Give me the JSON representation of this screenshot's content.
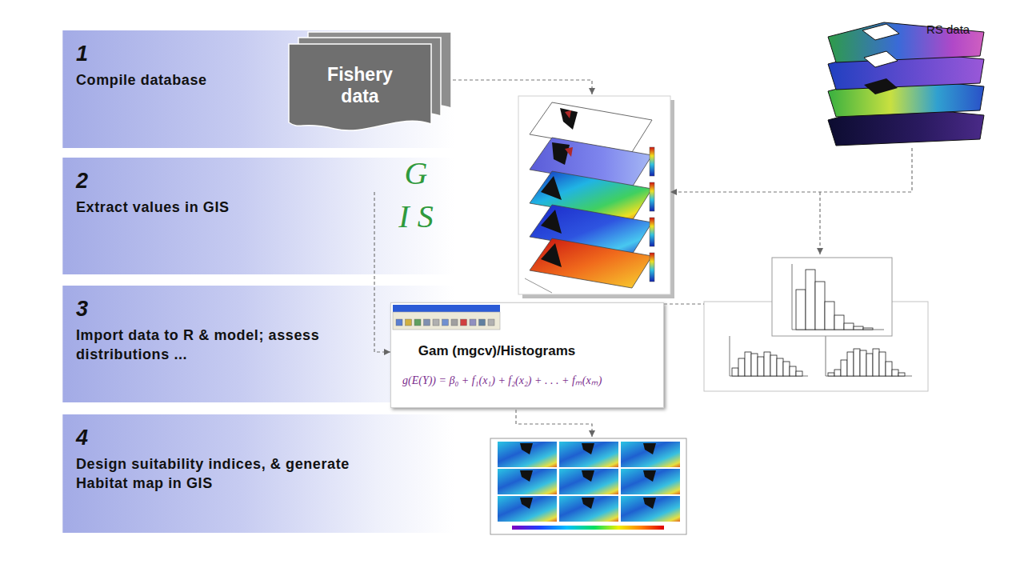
{
  "diagram": {
    "nodes": [
      {
        "text": [
          "1",
          "Compile database"
        ]
      },
      {
        "text": [
          "2",
          "Extract values in GIS"
        ]
      },
      {
        "text": [
          "3",
          "Import data to R & model; assess distributions ..."
        ]
      },
      {
        "text": [
          "4",
          "Design suitability indices, & generate Habitat map in GIS"
        ]
      },
      {
        "text": [
          "Fishery data"
        ],
        "in": 0
      },
      {
        "text": [
          "G I S"
        ]
      },
      {
        "text": [
          "RS data"
        ]
      },
      {
        "text": [
          "Gam (mgcv)/Histograms",
          "g(E(Y)) = β₀ + f₁(x₁) + f₂(x₂) + . . . + fₘ(xₘ)"
        ]
      }
    ],
    "edges": [
      {
        "from": 4,
        "to": 5,
        "arrow": "to"
      },
      {
        "from": 6,
        "to": 5,
        "arrow": "to"
      },
      {
        "from": 5,
        "to": 7,
        "arrow": "to"
      }
    ]
  }
}
